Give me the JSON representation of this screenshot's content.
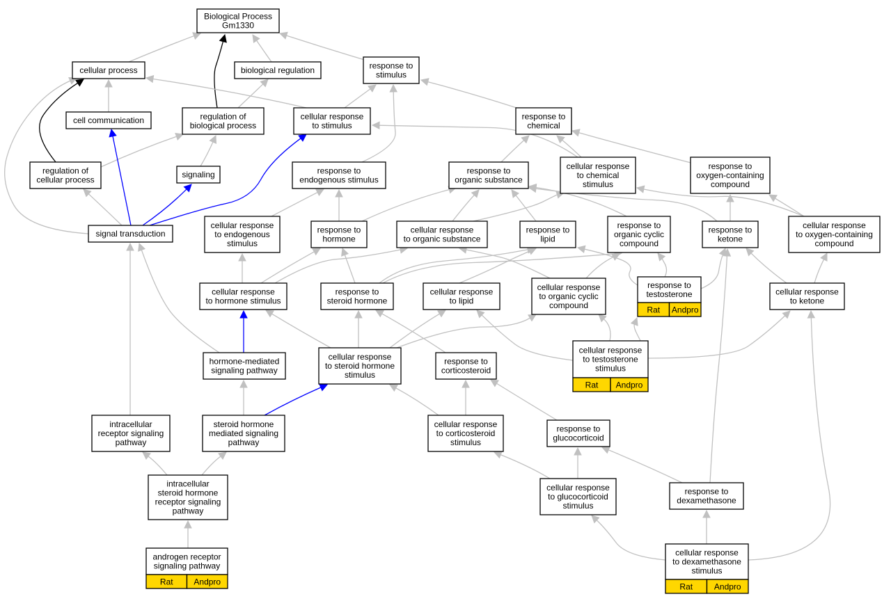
{
  "graph": {
    "colors": {
      "default": "#c0c0c0",
      "black": "#000000",
      "blue": "#0000ff",
      "tag": "#FFD700"
    },
    "nodes": [
      {
        "id": "bp",
        "lines": [
          "Biological Process",
          "Gm1330"
        ]
      },
      {
        "id": "cp",
        "lines": [
          "cellular process"
        ]
      },
      {
        "id": "breg",
        "lines": [
          "biological regulation"
        ]
      },
      {
        "id": "rts",
        "lines": [
          "response to",
          "stimulus"
        ]
      },
      {
        "id": "cc",
        "lines": [
          "cell communication"
        ]
      },
      {
        "id": "rbp",
        "lines": [
          "regulation of",
          "biological process"
        ]
      },
      {
        "id": "crts",
        "lines": [
          "cellular response",
          "to stimulus"
        ]
      },
      {
        "id": "rtc",
        "lines": [
          "response to",
          "chemical"
        ]
      },
      {
        "id": "rcp",
        "lines": [
          "regulation of",
          "cellular process"
        ]
      },
      {
        "id": "sig",
        "lines": [
          "signaling"
        ]
      },
      {
        "id": "rtes",
        "lines": [
          "response to",
          "endogenous stimulus"
        ]
      },
      {
        "id": "rtos",
        "lines": [
          "response to",
          "organic substance"
        ]
      },
      {
        "id": "crtcs",
        "lines": [
          "cellular response",
          "to chemical",
          "stimulus"
        ]
      },
      {
        "id": "rtocc",
        "lines": [
          "response to",
          "oxygen-containing",
          "compound"
        ]
      },
      {
        "id": "st",
        "lines": [
          "signal transduction"
        ]
      },
      {
        "id": "crtes",
        "lines": [
          "cellular response",
          "to endogenous",
          "stimulus"
        ]
      },
      {
        "id": "rth",
        "lines": [
          "response to",
          "hormone"
        ]
      },
      {
        "id": "crtos",
        "lines": [
          "cellular response",
          "to organic substance"
        ]
      },
      {
        "id": "rtl",
        "lines": [
          "response to",
          "lipid"
        ]
      },
      {
        "id": "rtoc",
        "lines": [
          "response to",
          "organic cyclic",
          "compound"
        ]
      },
      {
        "id": "rtk",
        "lines": [
          "response to",
          "ketone"
        ]
      },
      {
        "id": "crtocc",
        "lines": [
          "cellular response",
          "to oxygen-containing",
          "compound"
        ]
      },
      {
        "id": "crths",
        "lines": [
          "cellular response",
          "to hormone stimulus"
        ]
      },
      {
        "id": "rtsh",
        "lines": [
          "response to",
          "steroid hormone"
        ]
      },
      {
        "id": "crtl",
        "lines": [
          "cellular response",
          "to lipid"
        ]
      },
      {
        "id": "crtoccomp",
        "lines": [
          "cellular response",
          "to organic cyclic",
          "compound"
        ]
      },
      {
        "id": "rtt",
        "lines": [
          "response to",
          "testosterone"
        ],
        "tags": [
          "Rat",
          "Andpro"
        ]
      },
      {
        "id": "crtk",
        "lines": [
          "cellular response",
          "to ketone"
        ]
      },
      {
        "id": "hmsp",
        "lines": [
          "hormone-mediated",
          "signaling pathway"
        ]
      },
      {
        "id": "crtshs",
        "lines": [
          "cellular response",
          "to steroid hormone",
          "stimulus"
        ]
      },
      {
        "id": "rtcort",
        "lines": [
          "response to",
          "corticosteroid"
        ]
      },
      {
        "id": "crtts",
        "lines": [
          "cellular response",
          "to testosterone",
          "stimulus"
        ],
        "tags": [
          "Rat",
          "Andpro"
        ]
      },
      {
        "id": "irsp",
        "lines": [
          "intracellular",
          "receptor signaling",
          "pathway"
        ]
      },
      {
        "id": "shmsp",
        "lines": [
          "steroid hormone",
          "mediated signaling",
          "pathway"
        ]
      },
      {
        "id": "crtcorts",
        "lines": [
          "cellular response",
          "to corticosteroid",
          "stimulus"
        ]
      },
      {
        "id": "rtg",
        "lines": [
          "response to",
          "glucocorticoid"
        ]
      },
      {
        "id": "ishrsp",
        "lines": [
          "intracellular",
          "steroid hormone",
          "receptor signaling",
          "pathway"
        ]
      },
      {
        "id": "crtgs",
        "lines": [
          "cellular response",
          "to glucocorticoid",
          "stimulus"
        ]
      },
      {
        "id": "rtd",
        "lines": [
          "response to",
          "dexamethasone"
        ]
      },
      {
        "id": "arsp",
        "lines": [
          "androgen receptor",
          "signaling pathway"
        ],
        "tags": [
          "Rat",
          "Andpro"
        ]
      },
      {
        "id": "crtds",
        "lines": [
          "cellular response",
          "to dexamethasone",
          "stimulus"
        ],
        "tags": [
          "Rat",
          "Andpro"
        ]
      }
    ],
    "edges": [
      {
        "from": "cp",
        "to": "bp"
      },
      {
        "from": "breg",
        "to": "bp"
      },
      {
        "from": "rts",
        "to": "bp"
      },
      {
        "from": "rbp",
        "to": "bp",
        "color": "black"
      },
      {
        "from": "cc",
        "to": "cp"
      },
      {
        "from": "crts",
        "to": "cp"
      },
      {
        "from": "rcp",
        "to": "cp",
        "color": "black"
      },
      {
        "from": "st",
        "to": "cp"
      },
      {
        "from": "rbp",
        "to": "breg"
      },
      {
        "from": "crts",
        "to": "rts"
      },
      {
        "from": "rtc",
        "to": "rts"
      },
      {
        "from": "rtes",
        "to": "rts"
      },
      {
        "from": "rcp",
        "to": "rbp"
      },
      {
        "from": "sig",
        "to": "rbp"
      },
      {
        "from": "st",
        "to": "rcp"
      },
      {
        "from": "st",
        "to": "cc",
        "color": "blue"
      },
      {
        "from": "st",
        "to": "sig",
        "color": "blue"
      },
      {
        "from": "st",
        "to": "crts",
        "color": "blue"
      },
      {
        "from": "crtcs",
        "to": "crts"
      },
      {
        "from": "rtos",
        "to": "rtc"
      },
      {
        "from": "crtcs",
        "to": "rtc"
      },
      {
        "from": "rtocc",
        "to": "rtc"
      },
      {
        "from": "crtes",
        "to": "rtes"
      },
      {
        "from": "rth",
        "to": "rtes"
      },
      {
        "from": "rth",
        "to": "rtos"
      },
      {
        "from": "crtos",
        "to": "rtos"
      },
      {
        "from": "rtl",
        "to": "rtos"
      },
      {
        "from": "rtoc",
        "to": "rtos"
      },
      {
        "from": "rtk",
        "to": "rtos"
      },
      {
        "from": "crtos",
        "to": "crtcs"
      },
      {
        "from": "crtocc",
        "to": "crtcs"
      },
      {
        "from": "rtk",
        "to": "rtocc"
      },
      {
        "from": "crtocc",
        "to": "rtocc"
      },
      {
        "from": "irsp",
        "to": "st"
      },
      {
        "from": "hmsp",
        "to": "st"
      },
      {
        "from": "crths",
        "to": "crtes"
      },
      {
        "from": "crths",
        "to": "rth"
      },
      {
        "from": "rtsh",
        "to": "rth"
      },
      {
        "from": "crths",
        "to": "crtos"
      },
      {
        "from": "crtl",
        "to": "rtl"
      },
      {
        "from": "rtsh",
        "to": "rtl"
      },
      {
        "from": "crtoccomp",
        "to": "crtos"
      },
      {
        "from": "crtoccomp",
        "to": "rtoc"
      },
      {
        "from": "rtsh",
        "to": "rtoc"
      },
      {
        "from": "rtt",
        "to": "rtoc"
      },
      {
        "from": "rtt",
        "to": "rtl"
      },
      {
        "from": "rtt",
        "to": "rtk"
      },
      {
        "from": "rtd",
        "to": "rtk"
      },
      {
        "from": "crtk",
        "to": "rtk"
      },
      {
        "from": "crtk",
        "to": "crtocc"
      },
      {
        "from": "hmsp",
        "to": "crths",
        "color": "blue"
      },
      {
        "from": "crtshs",
        "to": "crths"
      },
      {
        "from": "crtshs",
        "to": "rtsh"
      },
      {
        "from": "rtcort",
        "to": "rtsh"
      },
      {
        "from": "crtshs",
        "to": "crtl"
      },
      {
        "from": "crtshs",
        "to": "crtoccomp"
      },
      {
        "from": "crtts",
        "to": "crtoccomp"
      },
      {
        "from": "crtts",
        "to": "crtl"
      },
      {
        "from": "crtts",
        "to": "rtt"
      },
      {
        "from": "crtts",
        "to": "crtk"
      },
      {
        "from": "shmsp",
        "to": "hmsp"
      },
      {
        "from": "shmsp",
        "to": "crtshs",
        "color": "blue"
      },
      {
        "from": "crtcorts",
        "to": "crtshs"
      },
      {
        "from": "crtcorts",
        "to": "rtcort"
      },
      {
        "from": "rtg",
        "to": "rtcort"
      },
      {
        "from": "ishrsp",
        "to": "irsp"
      },
      {
        "from": "ishrsp",
        "to": "shmsp"
      },
      {
        "from": "crtgs",
        "to": "crtcorts"
      },
      {
        "from": "crtgs",
        "to": "rtg"
      },
      {
        "from": "rtd",
        "to": "rtg"
      },
      {
        "from": "arsp",
        "to": "ishrsp"
      },
      {
        "from": "crtds",
        "to": "crtgs"
      },
      {
        "from": "crtds",
        "to": "rtd"
      },
      {
        "from": "crtds",
        "to": "crtk"
      }
    ]
  }
}
